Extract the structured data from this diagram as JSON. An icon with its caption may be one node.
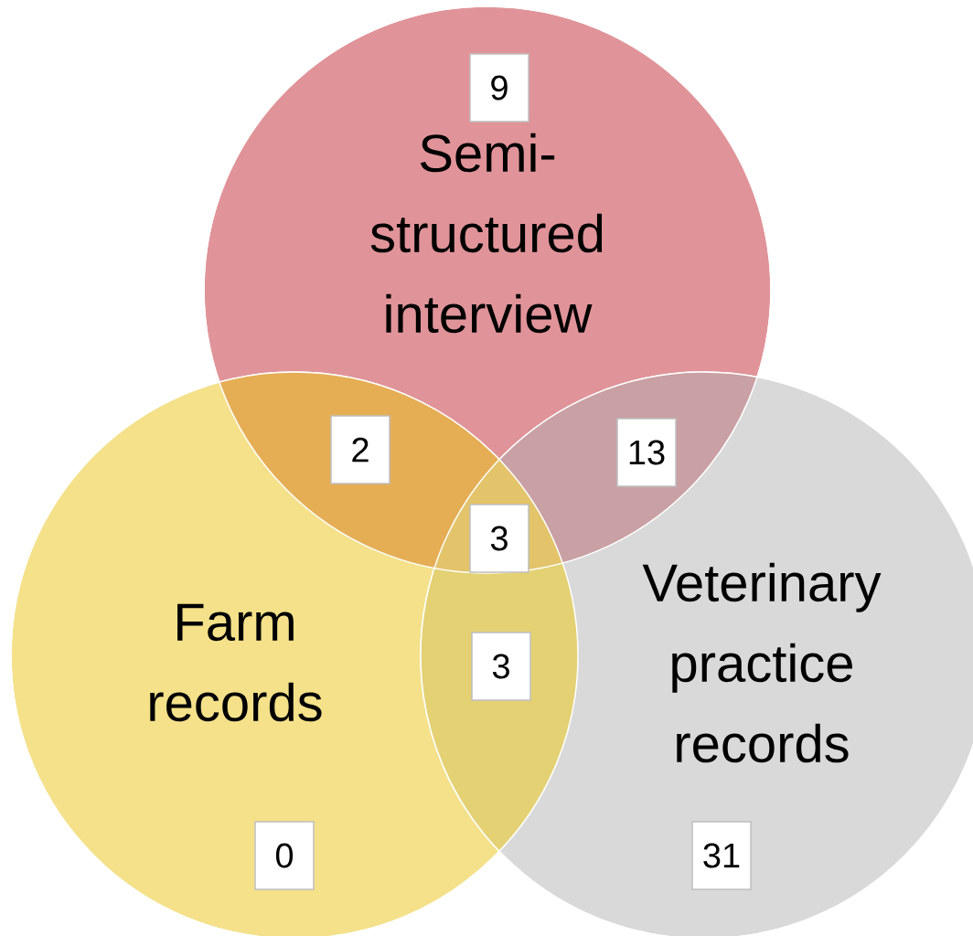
{
  "diagram": {
    "nodes": [
      {
        "text": [
          "Semi-structured interview"
        ]
      },
      {
        "text": [
          "9"
        ],
        "in": 0
      },
      {
        "text": [
          "2"
        ]
      },
      {
        "text": [
          "13"
        ]
      },
      {
        "text": [
          "3"
        ]
      },
      {
        "text": [
          "Farm records"
        ]
      },
      {
        "text": [
          "Veterinary practice records"
        ]
      },
      {
        "text": [
          "3"
        ]
      },
      {
        "text": [
          "0"
        ],
        "in": 5
      },
      {
        "text": [
          "31"
        ],
        "in": 6
      }
    ]
  }
}
